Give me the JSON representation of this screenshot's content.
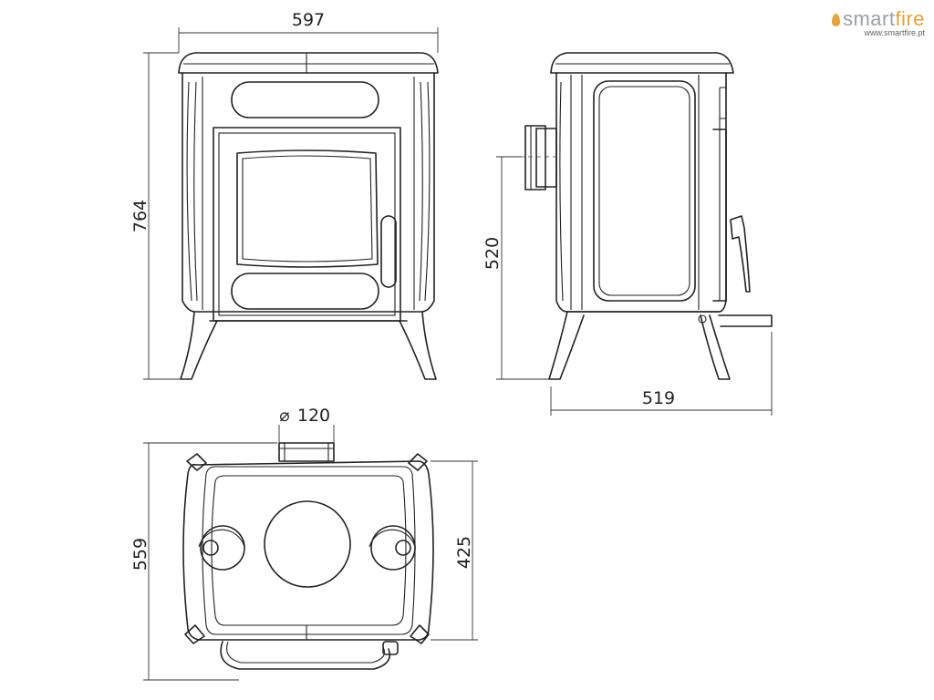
{
  "brand": {
    "name_prefix": "smart",
    "name_suffix": "fire",
    "url": "www.smartfire.pt"
  },
  "dimensions": {
    "front_width": "597",
    "front_height": "764",
    "side_flue_height": "520",
    "side_depth": "519",
    "flue_diameter": "120",
    "top_overall_depth": "559",
    "top_body_depth": "425"
  },
  "symbols": {
    "diameter": "⌀"
  },
  "colors": {
    "line": "#222222",
    "accent": "#e8a23a",
    "logo_grey": "#9aa0a6"
  }
}
